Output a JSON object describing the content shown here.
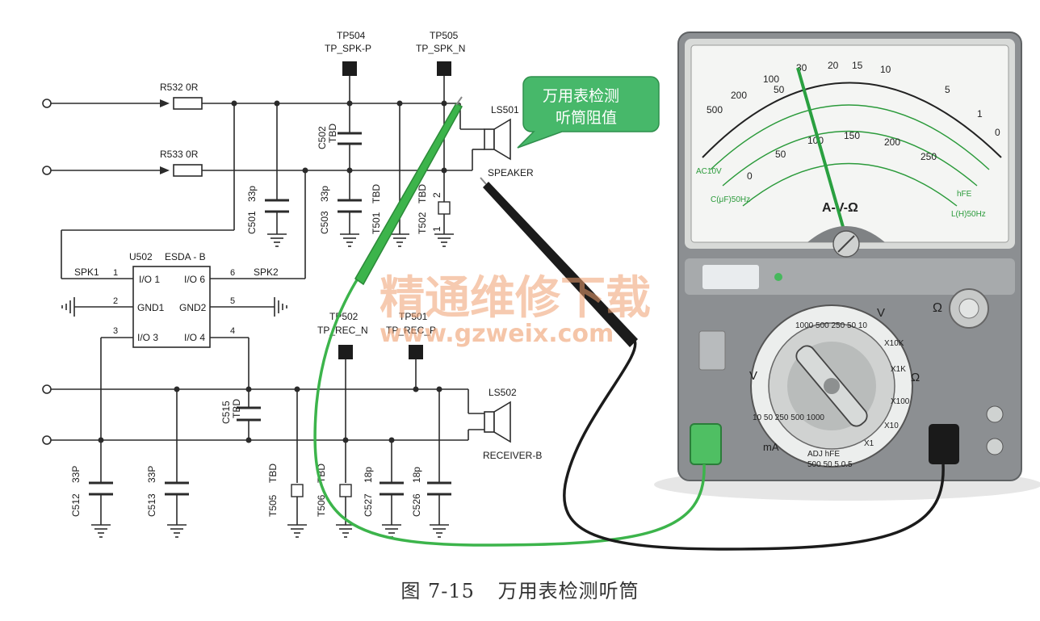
{
  "caption": {
    "figure_no": "图 7-15",
    "title": "万用表检测听筒"
  },
  "callout": {
    "line1": "万用表检测",
    "line2": "听筒阻值"
  },
  "watermark": {
    "cn": "精通维修下载",
    "url": "www.gzweix.com"
  },
  "components": {
    "r532": "R532  0R",
    "r533": "R533  0R",
    "tp504": "TP504",
    "tp504_name": "TP_SPK-P",
    "tp505": "TP505",
    "tp505_name": "TP_SPK_N",
    "ls501": "LS501",
    "speaker": "SPEAKER",
    "c502": "C502",
    "c502_v": "TBD",
    "c501": "C501",
    "c501_v": "33p",
    "c503": "C503",
    "c503_v": "33p",
    "t501_v": "TBD",
    "t501": "T501",
    "t502": "T502",
    "t502_v": "TBD",
    "pin2": "2",
    "pin1": "1",
    "u502": "U502",
    "esda": "ESDA - B",
    "spk1": "SPK1",
    "spk2": "SPK2",
    "io1": "I/O 1",
    "io6": "I/O 6",
    "gnd1": "GND1",
    "gnd2": "GND2",
    "io3": "I/O 3",
    "io4": "I/O 4",
    "p1": "1",
    "p2": "2",
    "p3": "3",
    "p4": "4",
    "p5": "5",
    "p6": "6",
    "tp502": "TP502",
    "tp502_name": "TP_REC_N",
    "tp501": "TP501",
    "tp501_name": "TP_REC_P",
    "ls502": "LS502",
    "receiver": "RECEIVER-B",
    "c515": "C515",
    "c515_v": "TBD",
    "c512": "C512",
    "c512_v": "33P",
    "c513": "C513",
    "c513_v": "33P",
    "t505": "T505",
    "t505_v": "TBD",
    "t506": "T506",
    "t506_v": "TBD",
    "c527": "C527",
    "c527_v": "18p",
    "c526": "C526",
    "c526_v": "18p"
  },
  "meter": {
    "top_scale": [
      "500",
      "200",
      "100",
      "50",
      "30",
      "20",
      "15",
      "10",
      "5",
      "1",
      "0"
    ],
    "mid_scale": [
      "0",
      "50",
      "100",
      "150",
      "200",
      "250"
    ],
    "ac10v": "AC10V",
    "cf": "C(μF)50Hz",
    "lh": "L(H)50Hz",
    "hfe": "hFE",
    "center_label": "A-V-Ω",
    "ohm": "Ω",
    "v_dc": "V",
    "v_ac": "V",
    "ma": "mA",
    "dial_ohm": [
      "X1",
      "X10",
      "X100",
      "X1K",
      "X10K"
    ],
    "dial_v": [
      "1000",
      "500",
      "250",
      "50",
      "10"
    ],
    "dial_ma": [
      "500",
      "50",
      "5",
      "0.5"
    ],
    "adj": "ADJ hFE",
    "colors": {
      "panel": "#8a8d90",
      "face": "#f4f5f3",
      "green_lead": "#3cb44b",
      "black_lead": "#1b1b1b",
      "callout": "#47b86a"
    }
  }
}
